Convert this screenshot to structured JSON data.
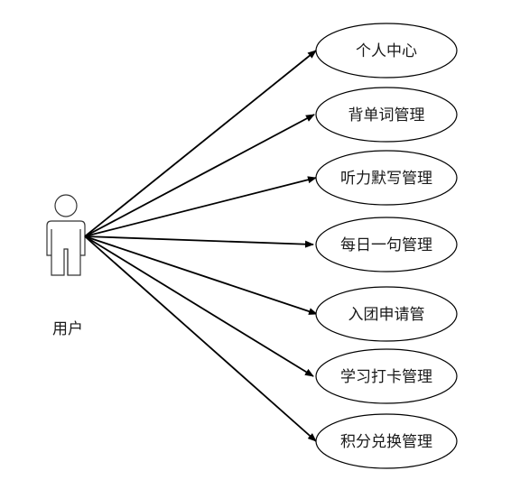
{
  "actor": {
    "label": "用户",
    "icon": "stick-figure-user-icon"
  },
  "use_cases": [
    {
      "id": "uc-personal-center",
      "label": "个人中心"
    },
    {
      "id": "uc-vocabulary",
      "label": "背单词管理"
    },
    {
      "id": "uc-dictation",
      "label": "听力默写管理"
    },
    {
      "id": "uc-daily-sentence",
      "label": "每日一句管理"
    },
    {
      "id": "uc-group-application",
      "label": "入团申请管"
    },
    {
      "id": "uc-study-checkin",
      "label": "学习打卡管理"
    },
    {
      "id": "uc-points-exchange",
      "label": "积分兑换管理"
    }
  ],
  "colors": {
    "stroke": "#000000",
    "text": "#1a1a1a",
    "background": "#ffffff"
  }
}
